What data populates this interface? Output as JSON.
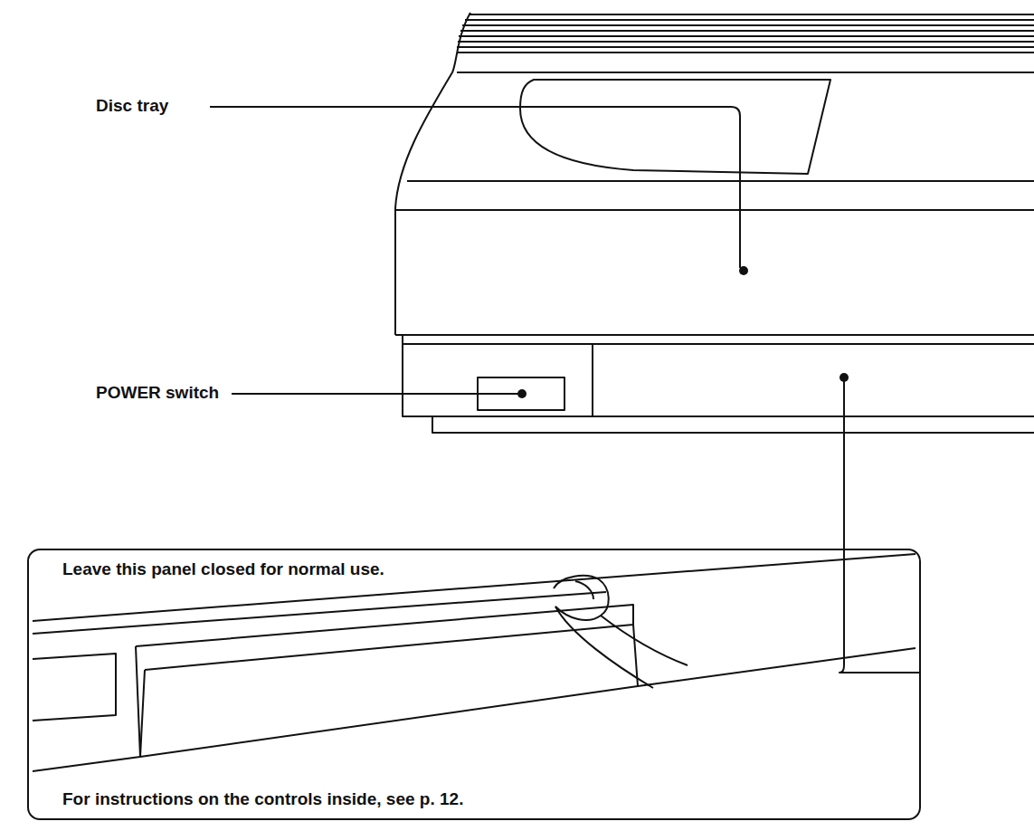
{
  "diagram": {
    "nodes": [
      {
        "text": [
          "Leave this panel closed for normal use.",
          "For instructions on the controls inside, see p. 12."
        ]
      }
    ],
    "edges": [],
    "labels": [
      "Disc tray",
      "POWER switch"
    ]
  }
}
